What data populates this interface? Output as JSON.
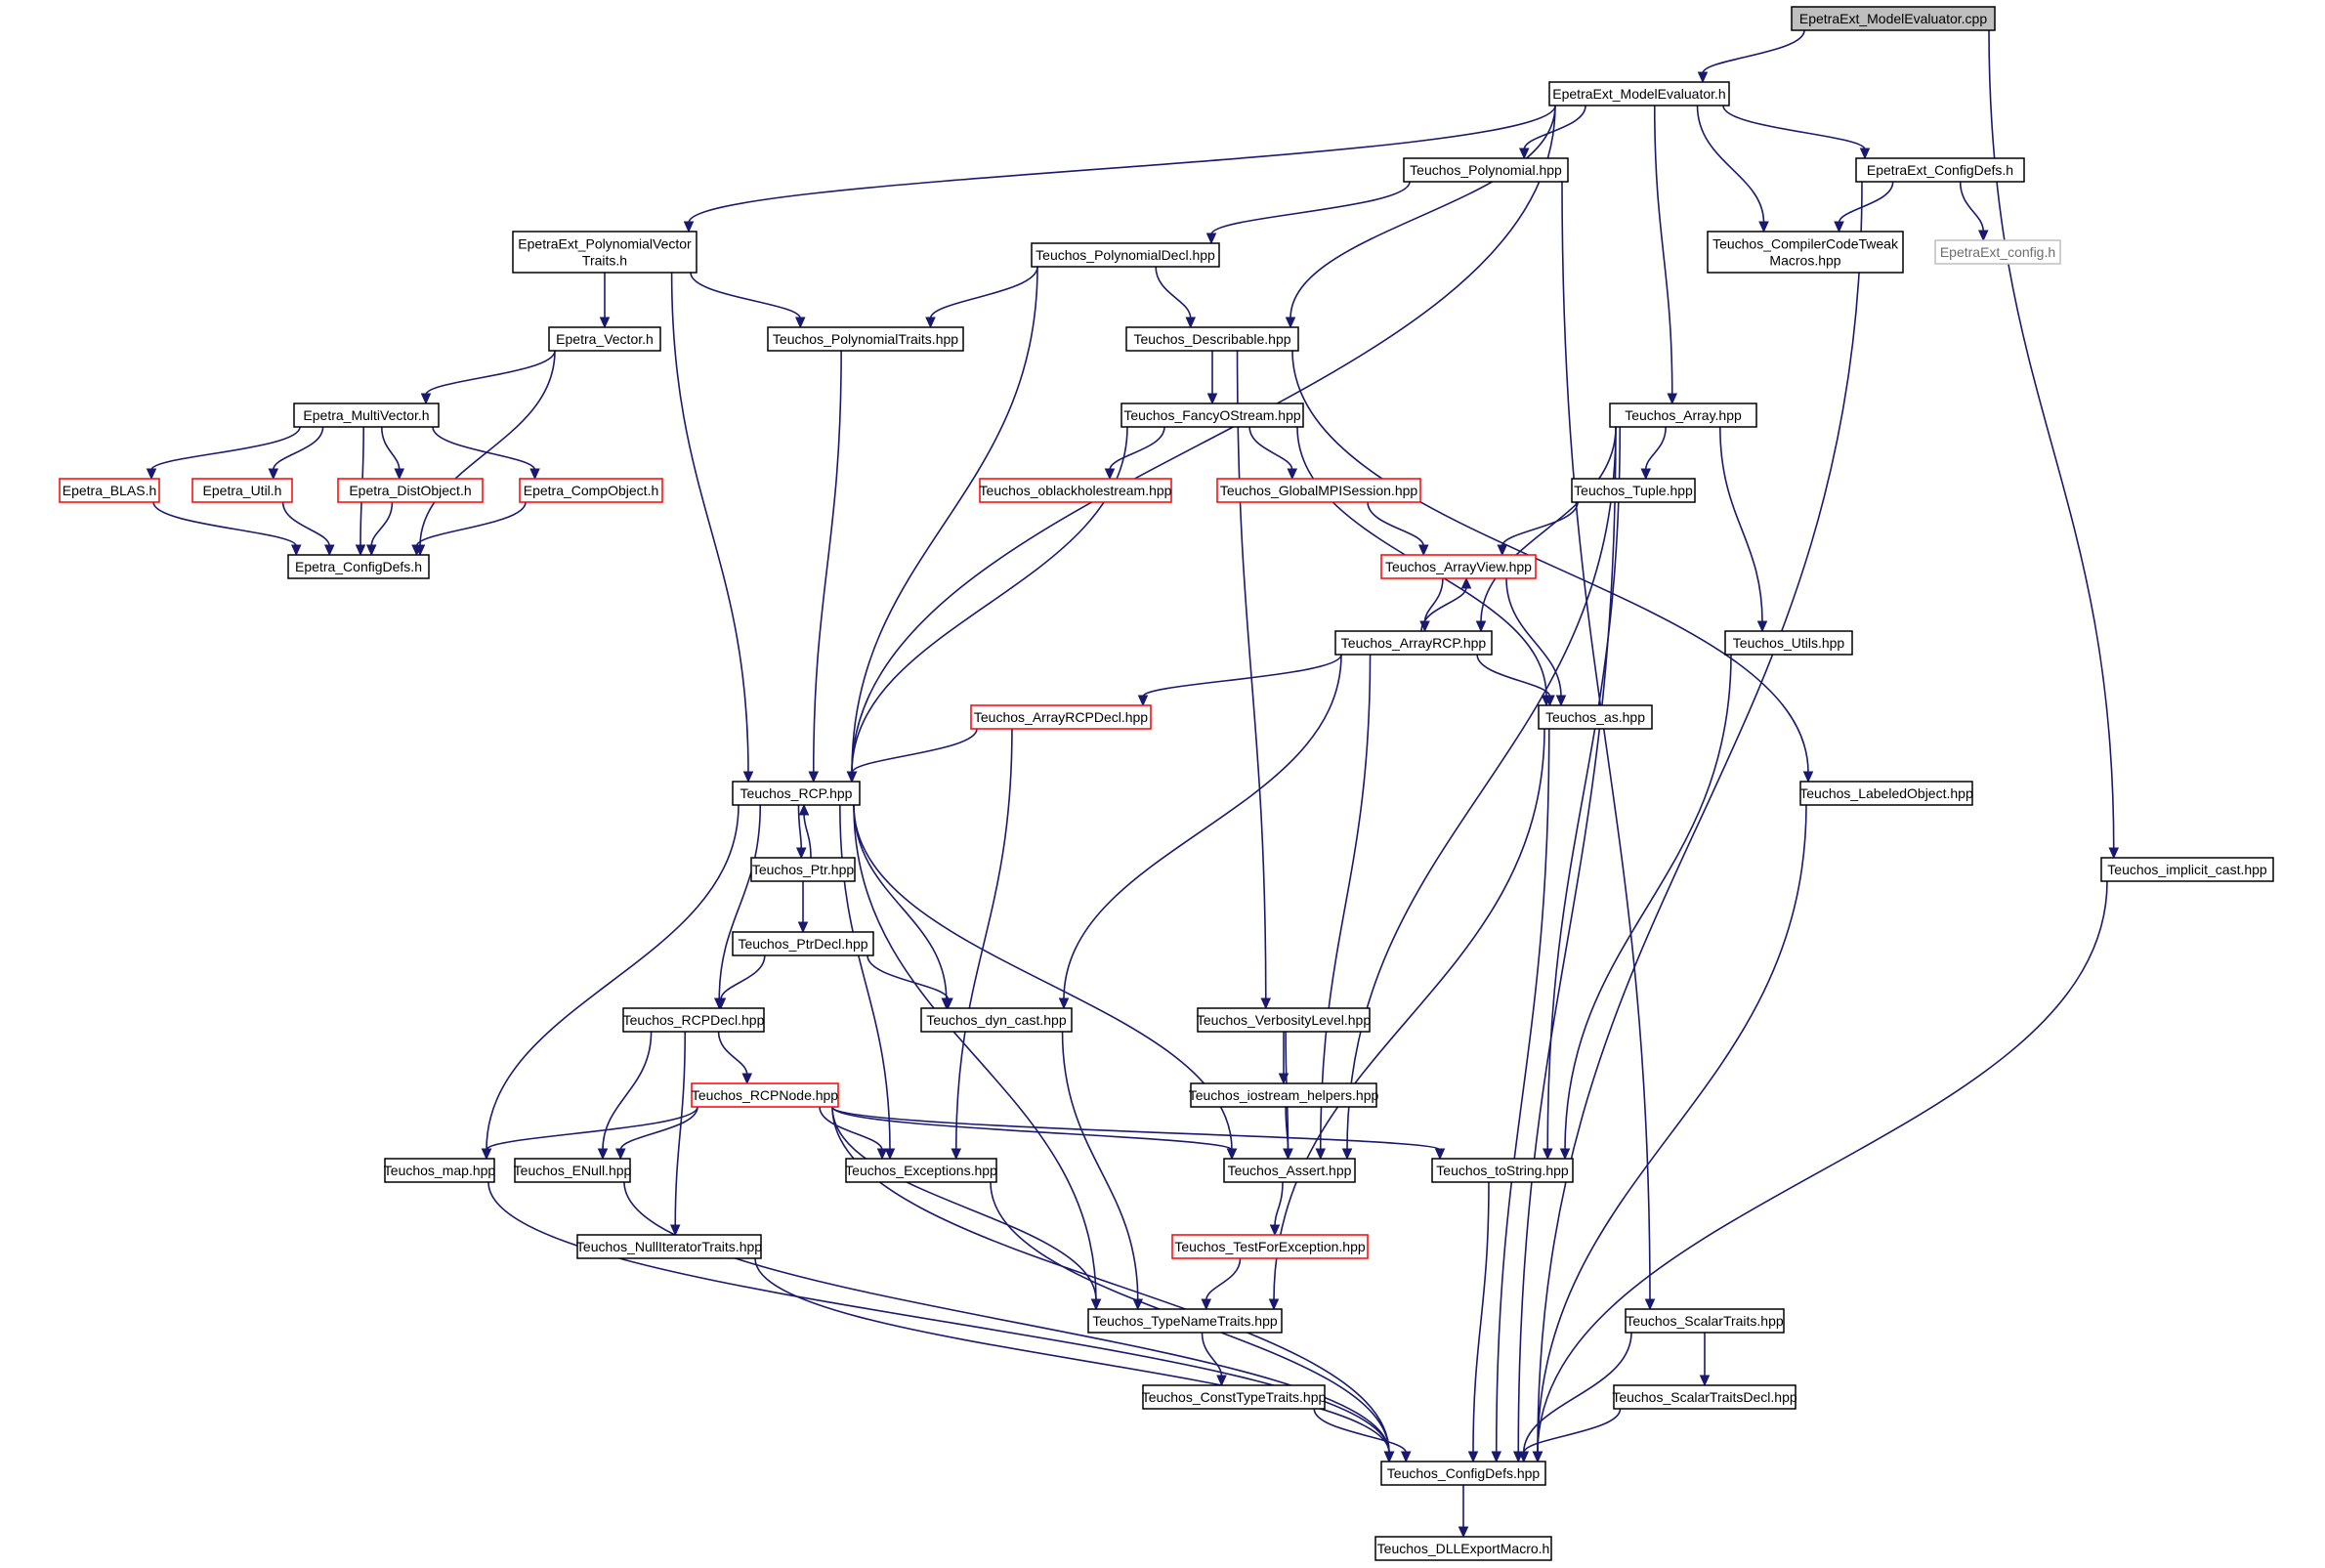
{
  "graph": {
    "nodes": [
      {
        "id": "root",
        "lines": [
          "EpetraExt_ModelEvaluator.cpp"
        ],
        "style": "root"
      },
      {
        "id": "me_h",
        "lines": [
          "EpetraExt_ModelEvaluator.h"
        ],
        "style": "normal"
      },
      {
        "id": "cfg_ext",
        "lines": [
          "EpetraExt_ConfigDefs.h"
        ],
        "style": "normal"
      },
      {
        "id": "teu_poly",
        "lines": [
          "Teuchos_Polynomial.hpp"
        ],
        "style": "normal"
      },
      {
        "id": "pvt",
        "lines": [
          "EpetraExt_PolynomialVector",
          "Traits.h"
        ],
        "style": "normal"
      },
      {
        "id": "ccm",
        "lines": [
          "Teuchos_CompilerCodeTweak",
          "Macros.hpp"
        ],
        "style": "normal"
      },
      {
        "id": "ext_cfg",
        "lines": [
          "EpetraExt_config.h"
        ],
        "style": "external"
      },
      {
        "id": "polydecl",
        "lines": [
          "Teuchos_PolynomialDecl.hpp"
        ],
        "style": "normal"
      },
      {
        "id": "vec",
        "lines": [
          "Epetra_Vector.h"
        ],
        "style": "normal"
      },
      {
        "id": "polytraits",
        "lines": [
          "Teuchos_PolynomialTraits.hpp"
        ],
        "style": "normal"
      },
      {
        "id": "descr",
        "lines": [
          "Teuchos_Describable.hpp"
        ],
        "style": "normal"
      },
      {
        "id": "mv",
        "lines": [
          "Epetra_MultiVector.h"
        ],
        "style": "normal"
      },
      {
        "id": "fos",
        "lines": [
          "Teuchos_FancyOStream.hpp"
        ],
        "style": "normal"
      },
      {
        "id": "arr",
        "lines": [
          "Teuchos_Array.hpp"
        ],
        "style": "normal"
      },
      {
        "id": "blas",
        "lines": [
          "Epetra_BLAS.h"
        ],
        "style": "truncated"
      },
      {
        "id": "util",
        "lines": [
          "Epetra_Util.h"
        ],
        "style": "truncated"
      },
      {
        "id": "distobj",
        "lines": [
          "Epetra_DistObject.h"
        ],
        "style": "truncated"
      },
      {
        "id": "compobj",
        "lines": [
          "Epetra_CompObject.h"
        ],
        "style": "truncated"
      },
      {
        "id": "obh",
        "lines": [
          "Teuchos_oblackholestream.hpp"
        ],
        "style": "truncated"
      },
      {
        "id": "gmpi",
        "lines": [
          "Teuchos_GlobalMPISession.hpp"
        ],
        "style": "truncated"
      },
      {
        "id": "tuple",
        "lines": [
          "Teuchos_Tuple.hpp"
        ],
        "style": "normal"
      },
      {
        "id": "ep_cfg",
        "lines": [
          "Epetra_ConfigDefs.h"
        ],
        "style": "normal"
      },
      {
        "id": "av",
        "lines": [
          "Teuchos_ArrayView.hpp"
        ],
        "style": "truncated"
      },
      {
        "id": "arcp",
        "lines": [
          "Teuchos_ArrayRCP.hpp"
        ],
        "style": "normal"
      },
      {
        "id": "utils",
        "lines": [
          "Teuchos_Utils.hpp"
        ],
        "style": "normal"
      },
      {
        "id": "arcpdecl",
        "lines": [
          "Teuchos_ArrayRCPDecl.hpp"
        ],
        "style": "truncated"
      },
      {
        "id": "as",
        "lines": [
          "Teuchos_as.hpp"
        ],
        "style": "normal"
      },
      {
        "id": "rcp",
        "lines": [
          "Teuchos_RCP.hpp"
        ],
        "style": "normal"
      },
      {
        "id": "labeled",
        "lines": [
          "Teuchos_LabeledObject.hpp"
        ],
        "style": "normal"
      },
      {
        "id": "ptr",
        "lines": [
          "Teuchos_Ptr.hpp"
        ],
        "style": "normal"
      },
      {
        "id": "implicit",
        "lines": [
          "Teuchos_implicit_cast.hpp"
        ],
        "style": "normal"
      },
      {
        "id": "ptrdecl",
        "lines": [
          "Teuchos_PtrDecl.hpp"
        ],
        "style": "normal"
      },
      {
        "id": "rcpdecl",
        "lines": [
          "Teuchos_RCPDecl.hpp"
        ],
        "style": "normal"
      },
      {
        "id": "dyncast",
        "lines": [
          "Teuchos_dyn_cast.hpp"
        ],
        "style": "normal"
      },
      {
        "id": "verb",
        "lines": [
          "Teuchos_VerbosityLevel.hpp"
        ],
        "style": "normal"
      },
      {
        "id": "rcpnode",
        "lines": [
          "Teuchos_RCPNode.hpp"
        ],
        "style": "truncated"
      },
      {
        "id": "ioh",
        "lines": [
          "Teuchos_iostream_helpers.hpp"
        ],
        "style": "normal"
      },
      {
        "id": "map",
        "lines": [
          "Teuchos_map.hpp"
        ],
        "style": "normal"
      },
      {
        "id": "enull",
        "lines": [
          "Teuchos_ENull.hpp"
        ],
        "style": "normal"
      },
      {
        "id": "exc",
        "lines": [
          "Teuchos_Exceptions.hpp"
        ],
        "style": "normal"
      },
      {
        "id": "assert",
        "lines": [
          "Teuchos_Assert.hpp"
        ],
        "style": "normal"
      },
      {
        "id": "tostr",
        "lines": [
          "Teuchos_toString.hpp"
        ],
        "style": "normal"
      },
      {
        "id": "nit",
        "lines": [
          "Teuchos_NullIteratorTraits.hpp"
        ],
        "style": "normal"
      },
      {
        "id": "tfe",
        "lines": [
          "Teuchos_TestForException.hpp"
        ],
        "style": "truncated"
      },
      {
        "id": "tnt",
        "lines": [
          "Teuchos_TypeNameTraits.hpp"
        ],
        "style": "normal"
      },
      {
        "id": "st",
        "lines": [
          "Teuchos_ScalarTraits.hpp"
        ],
        "style": "normal"
      },
      {
        "id": "ctt",
        "lines": [
          "Teuchos_ConstTypeTraits.hpp"
        ],
        "style": "normal"
      },
      {
        "id": "stdecl",
        "lines": [
          "Teuchos_ScalarTraitsDecl.hpp"
        ],
        "style": "normal"
      },
      {
        "id": "tcfg",
        "lines": [
          "Teuchos_ConfigDefs.hpp"
        ],
        "style": "normal"
      },
      {
        "id": "dll",
        "lines": [
          "Teuchos_DLLExportMacro.h"
        ],
        "style": "normal"
      }
    ],
    "edges": [
      [
        "root",
        "me_h"
      ],
      [
        "root",
        "implicit"
      ],
      [
        "me_h",
        "pvt"
      ],
      [
        "me_h",
        "rcp"
      ],
      [
        "me_h",
        "teu_poly"
      ],
      [
        "me_h",
        "descr"
      ],
      [
        "me_h",
        "arr"
      ],
      [
        "me_h",
        "ccm"
      ],
      [
        "me_h",
        "cfg_ext"
      ],
      [
        "cfg_ext",
        "ccm"
      ],
      [
        "cfg_ext",
        "ext_cfg"
      ],
      [
        "cfg_ext",
        "tcfg"
      ],
      [
        "teu_poly",
        "polydecl"
      ],
      [
        "teu_poly",
        "st"
      ],
      [
        "pvt",
        "vec"
      ],
      [
        "pvt",
        "polytraits"
      ],
      [
        "pvt",
        "rcp"
      ],
      [
        "polydecl",
        "polytraits"
      ],
      [
        "polydecl",
        "descr"
      ],
      [
        "polydecl",
        "rcp"
      ],
      [
        "polytraits",
        "rcp"
      ],
      [
        "vec",
        "mv"
      ],
      [
        "vec",
        "ep_cfg"
      ],
      [
        "mv",
        "blas"
      ],
      [
        "mv",
        "util"
      ],
      [
        "mv",
        "distobj"
      ],
      [
        "mv",
        "compobj"
      ],
      [
        "mv",
        "ep_cfg"
      ],
      [
        "blas",
        "ep_cfg"
      ],
      [
        "util",
        "ep_cfg"
      ],
      [
        "distobj",
        "ep_cfg"
      ],
      [
        "compobj",
        "ep_cfg"
      ],
      [
        "descr",
        "fos"
      ],
      [
        "descr",
        "labeled"
      ],
      [
        "descr",
        "verb"
      ],
      [
        "fos",
        "obh"
      ],
      [
        "fos",
        "gmpi"
      ],
      [
        "fos",
        "rcp"
      ],
      [
        "fos",
        "as"
      ],
      [
        "gmpi",
        "av"
      ],
      [
        "arr",
        "tuple"
      ],
      [
        "arr",
        "arcp"
      ],
      [
        "arr",
        "utils"
      ],
      [
        "arr",
        "assert"
      ],
      [
        "arr",
        "tostr"
      ],
      [
        "arr",
        "tcfg"
      ],
      [
        "tuple",
        "av"
      ],
      [
        "av",
        "arcp"
      ],
      [
        "av",
        "as"
      ],
      [
        "arcp",
        "av"
      ],
      [
        "arcp",
        "arcpdecl"
      ],
      [
        "arcp",
        "as"
      ],
      [
        "arcp",
        "dyncast"
      ],
      [
        "arcp",
        "assert"
      ],
      [
        "arcpdecl",
        "rcp"
      ],
      [
        "arcpdecl",
        "exc"
      ],
      [
        "utils",
        "tostr"
      ],
      [
        "as",
        "tnt"
      ],
      [
        "as",
        "tcfg"
      ],
      [
        "labeled",
        "tcfg"
      ],
      [
        "implicit",
        "tcfg"
      ],
      [
        "rcp",
        "ptr"
      ],
      [
        "rcp",
        "rcpdecl"
      ],
      [
        "rcp",
        "dyncast"
      ],
      [
        "rcp",
        "map"
      ],
      [
        "rcp",
        "exc"
      ],
      [
        "rcp",
        "assert"
      ],
      [
        "rcp",
        "tnt"
      ],
      [
        "ptr",
        "rcp"
      ],
      [
        "ptr",
        "ptrdecl"
      ],
      [
        "ptrdecl",
        "rcpdecl"
      ],
      [
        "ptrdecl",
        "dyncast"
      ],
      [
        "rcpdecl",
        "rcpnode"
      ],
      [
        "rcpdecl",
        "enull"
      ],
      [
        "rcpdecl",
        "nit"
      ],
      [
        "dyncast",
        "tnt"
      ],
      [
        "verb",
        "ioh"
      ],
      [
        "verb",
        "assert"
      ],
      [
        "ioh",
        "assert"
      ],
      [
        "rcpnode",
        "map"
      ],
      [
        "rcpnode",
        "enull"
      ],
      [
        "rcpnode",
        "exc"
      ],
      [
        "rcpnode",
        "assert"
      ],
      [
        "rcpnode",
        "tostr"
      ],
      [
        "rcpnode",
        "tnt"
      ],
      [
        "rcpnode",
        "tcfg"
      ],
      [
        "map",
        "tcfg"
      ],
      [
        "enull",
        "tcfg"
      ],
      [
        "exc",
        "tcfg"
      ],
      [
        "nit",
        "tcfg"
      ],
      [
        "assert",
        "tfe"
      ],
      [
        "tfe",
        "tnt"
      ],
      [
        "tostr",
        "tcfg"
      ],
      [
        "tnt",
        "ctt"
      ],
      [
        "ctt",
        "tcfg"
      ],
      [
        "st",
        "stdecl"
      ],
      [
        "st",
        "tcfg"
      ],
      [
        "stdecl",
        "tcfg"
      ],
      [
        "tcfg",
        "dll"
      ]
    ]
  },
  "colors": {
    "edge": "#191970",
    "node_border": "#000000",
    "truncated_border": "#ff0000",
    "external_border": "#bfbfbf",
    "root_fill": "#bfbfbf"
  }
}
